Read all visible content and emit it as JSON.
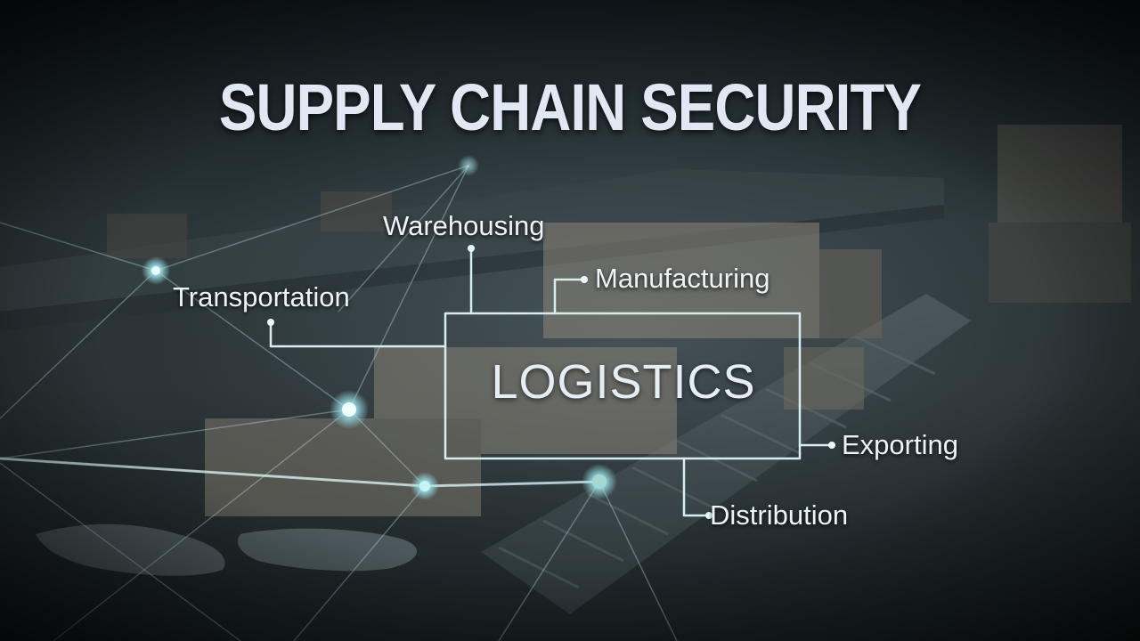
{
  "title": "SUPPLY CHAIN SECURITY",
  "center_label": "LOGISTICS",
  "nodes": {
    "warehousing": "Warehousing",
    "manufacturing": "Manufacturing",
    "transportation": "Transportation",
    "exporting": "Exporting",
    "distribution": "Distribution"
  },
  "colors": {
    "accent_line": "#d6eef0",
    "glow_node": "#bdf4f8",
    "title_text": "#dfe8f3"
  }
}
